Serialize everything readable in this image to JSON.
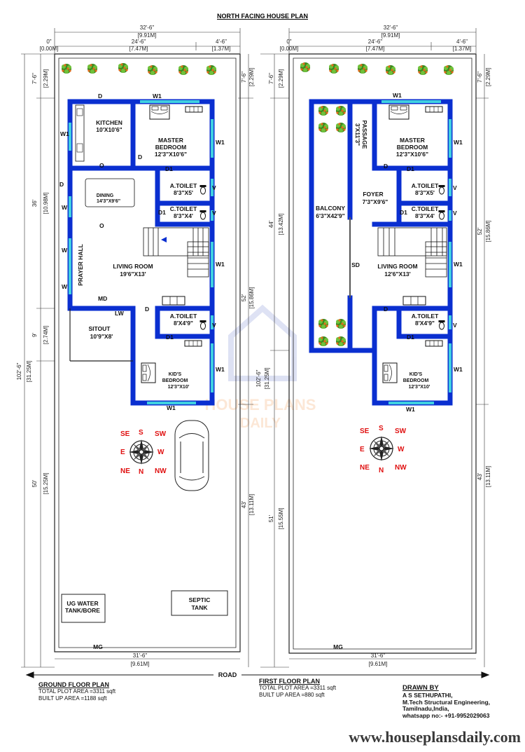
{
  "title": "NORTH FACING HOUSE PLAN",
  "road_label": "ROAD",
  "website": "www.houseplansdaily.com",
  "watermark": {
    "line1": "HOUSE PLANS",
    "line2": "DAILY"
  },
  "ground": {
    "dims": {
      "top_total": "32'-6\"",
      "top_total_m": "[9.91M]",
      "top_zero": "0\"",
      "top_zero_m": "[0.00M]",
      "top_a": "24'-6\"",
      "top_a_m": "[7.47M]",
      "top_b": "4'-6\"",
      "top_b_m": "[1.37M]",
      "left_a": "7'-6\"",
      "left_a_m": "[2.29M]",
      "left_b": "36'",
      "left_b_m": "[10.98M]",
      "left_c": "9'",
      "left_c_m": "[2.74M]",
      "left_d": "50'",
      "left_d_m": "[15.25M]",
      "left_total": "102'-6\"",
      "left_total_m": "[31.25M]",
      "right_a": "7'-6\"",
      "right_a_m": "[2.29M]",
      "right_b": "52'",
      "right_b_m": "[15.86M]",
      "right_c": "43'",
      "right_c_m": "[13.11M]",
      "bottom": "31'-6\"",
      "bottom_m": "[9.61M]"
    },
    "rooms": {
      "kitchen": "KITCHEN",
      "kitchen_size": "10'X10'6\"",
      "master": "MASTER",
      "master2": "BEDROOM",
      "master_size": "12'3\"X10'6\"",
      "atoilet1": "A.TOILET",
      "atoilet1_size": "8'3\"X5'",
      "ctoilet": "C.TOILET",
      "ctoilet_size": "8'3\"X4'",
      "dining": "DINING",
      "dining_size": "14'3\"X9'6\"",
      "prayer": "PRAYER HALL",
      "living": "LIVING ROOM",
      "living_size": "19'6\"X13'",
      "atoilet2": "A.TOILET",
      "atoilet2_size": "8'X4'9\"",
      "sitout": "SITOUT",
      "sitout_size": "10'9\"X8'",
      "kids": "KID'S",
      "kids2": "BEDROOM",
      "kids_size": "12'3\"X10'",
      "ugwater": "UG WATER",
      "ugwater2": "TANK/BORE",
      "septic": "SEPTIC",
      "septic2": "TANK",
      "mg": "MG"
    },
    "marks": {
      "w1": "W1",
      "w": "W",
      "d": "D",
      "d1": "D1",
      "o": "O",
      "v": "V",
      "md": "MD",
      "lw": "LW"
    },
    "caption": {
      "heading": "GROUND FLOOR PLAN",
      "line1": "TOTAL PLOT AREA =3311 sqft",
      "line2": "BUILT UP AREA =1188 sqft"
    }
  },
  "first": {
    "dims": {
      "top_total": "32'-6\"",
      "top_total_m": "[9.91M]",
      "top_zero": "0\"",
      "top_zero_m": "[0.00M]",
      "top_a": "24'-6\"",
      "top_a_m": "[7.47M]",
      "top_b": "4'-6\"",
      "top_b_m": "[1.37M]",
      "left_a": "7'-6\"",
      "left_a_m": "[2.29M]",
      "left_b": "44'",
      "left_b_m": "[13.42M]",
      "left_c": "51'",
      "left_c_m": "[15.55M]",
      "left_total": "102'-6\"",
      "left_total_m": "[31.25M]",
      "right_a": "7'-6\"",
      "right_a_m": "[2.29M]",
      "right_b": "52'",
      "right_b_m": "[15.86M]",
      "right_c": "43'",
      "right_c_m": "[13.11M]",
      "bottom": "31'-6\"",
      "bottom_m": "[9.61M]"
    },
    "rooms": {
      "passage": "PASSAGE",
      "passage_size": "3'X11'3\"",
      "master": "MASTER",
      "master2": "BEDROOM",
      "master_size": "12'3\"X10'6\"",
      "atoilet1": "A.TOILET",
      "atoilet1_size": "8'3\"X5'",
      "ctoilet": "C.TOILET",
      "ctoilet_size": "8'3\"X4'",
      "foyer": "FOYER",
      "foyer_size": "7'3\"X9'6\"",
      "balcony": "BALCONY",
      "balcony_size": "6'3\"X42'9\"",
      "sd": "SD",
      "living": "LIVING ROOM",
      "living_size": "12'6\"X13'",
      "atoilet2": "A.TOILET",
      "atoilet2_size": "8'X4'9\"",
      "kids": "KID'S",
      "kids2": "BEDROOM",
      "kids_size": "12'3\"X10'",
      "mg": "MG"
    },
    "marks": {
      "w1": "W1",
      "d": "D",
      "d1": "D1",
      "v": "V"
    },
    "caption": {
      "heading": "FIRST FLOOR PLAN",
      "line1": "TOTAL PLOT AREA =3311 sqft",
      "line2": "BUILT UP AREA =880 sqft"
    }
  },
  "compass": {
    "se": "SE",
    "s": "S",
    "sw": "SW",
    "e": "E",
    "w": "W",
    "ne": "NE",
    "n": "N",
    "nw": "NW"
  },
  "drawn_by": {
    "heading": "DRAWN BY",
    "name": "A S SETHUPATHI,",
    "qual": "M.Tech Structural Engineering,",
    "place": "Tamilnadu,India,",
    "phone": "whatsapp no:- +91-9952029063"
  }
}
